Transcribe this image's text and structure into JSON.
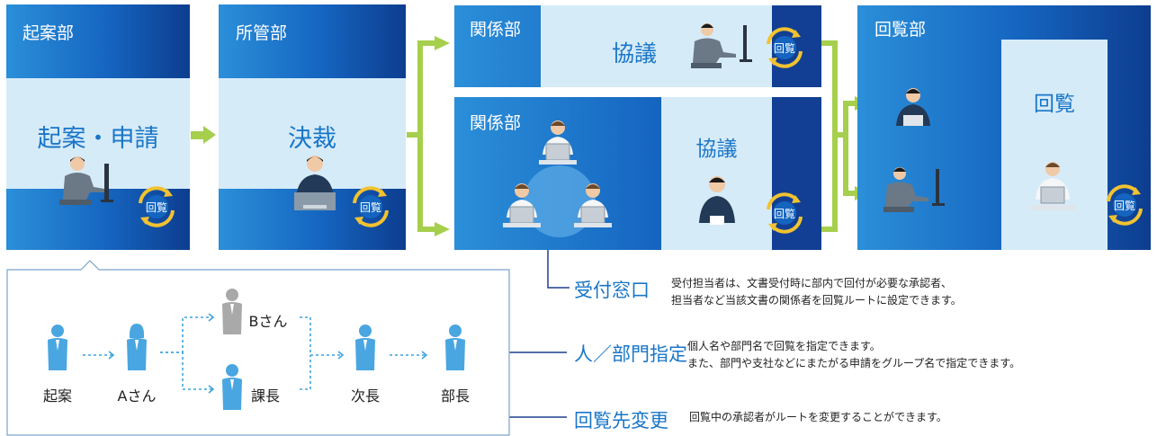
{
  "panels": {
    "kian": {
      "title": "起案部",
      "action": "起案・申請"
    },
    "shokan": {
      "title": "所管部",
      "action": "決裁"
    },
    "kankei_top": {
      "title": "関係部",
      "action": "協議"
    },
    "kankei_bottom": {
      "title": "関係部",
      "action": "協議"
    },
    "kairan": {
      "title": "回覧部",
      "action": "回覧"
    }
  },
  "kairan_badge": "回覧",
  "route_people": {
    "kian": "起案",
    "a": "Aさん",
    "b": "Bさん",
    "kacho": "課長",
    "jicho": "次長",
    "bucho": "部長"
  },
  "callouts": [
    {
      "label": "受付窓口",
      "desc_line1": "受付担当者は、文書受付時に部内で回付が必要な承認者、",
      "desc_line2": "担当者など当該文書の関係者を回覧ルートに設定できます。"
    },
    {
      "label": "人／部門指定",
      "desc_line1": "個人名や部門名で回覧を指定できます。",
      "desc_line2": "また、部門や支社などにまたがる申請をグループ名で指定できます。"
    },
    {
      "label": "回覧先変更",
      "desc_line1": "回覧中の承認者がルートを変更することができます。",
      "desc_line2": ""
    }
  ],
  "colors": {
    "panel_blue": "#1565c0",
    "panel_light": "#d6ebf8",
    "arrow_green": "#a5cf4c",
    "accent_text": "#1976c8",
    "badge_ring": "#f2c230"
  }
}
